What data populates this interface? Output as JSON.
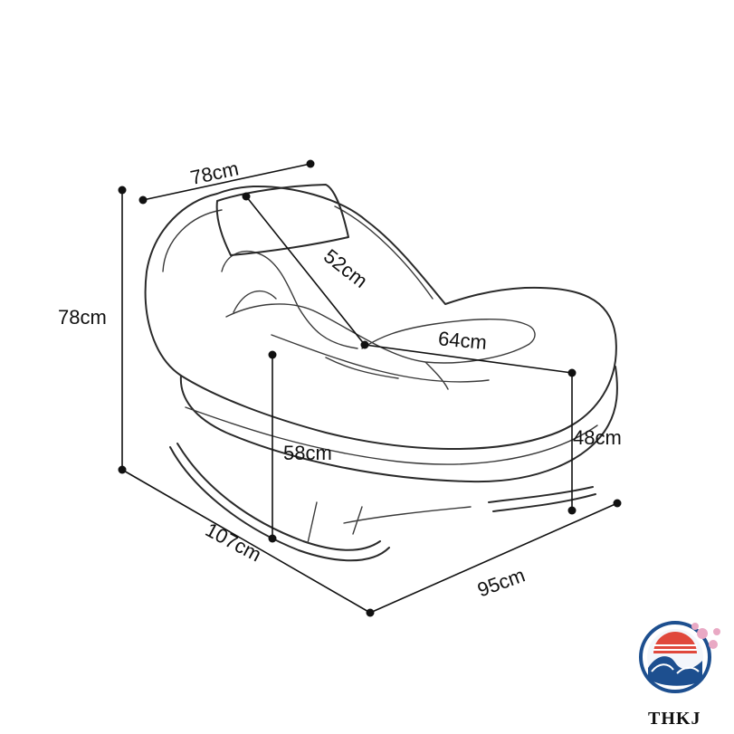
{
  "dimensions": {
    "top_width": "78cm",
    "height": "78cm",
    "backrest": "52cm",
    "seat_depth": "64cm",
    "seat_height": "58cm",
    "armrest_height": "48cm",
    "length": "107cm",
    "depth": "95cm"
  },
  "logo": {
    "text": "THKJ",
    "icon": "wave-sun-logo-icon"
  },
  "colors": {
    "line": "#111111",
    "logo_red": "#e0483c",
    "logo_blue": "#1d4f8f",
    "logo_pink": "#e9a9c4"
  }
}
